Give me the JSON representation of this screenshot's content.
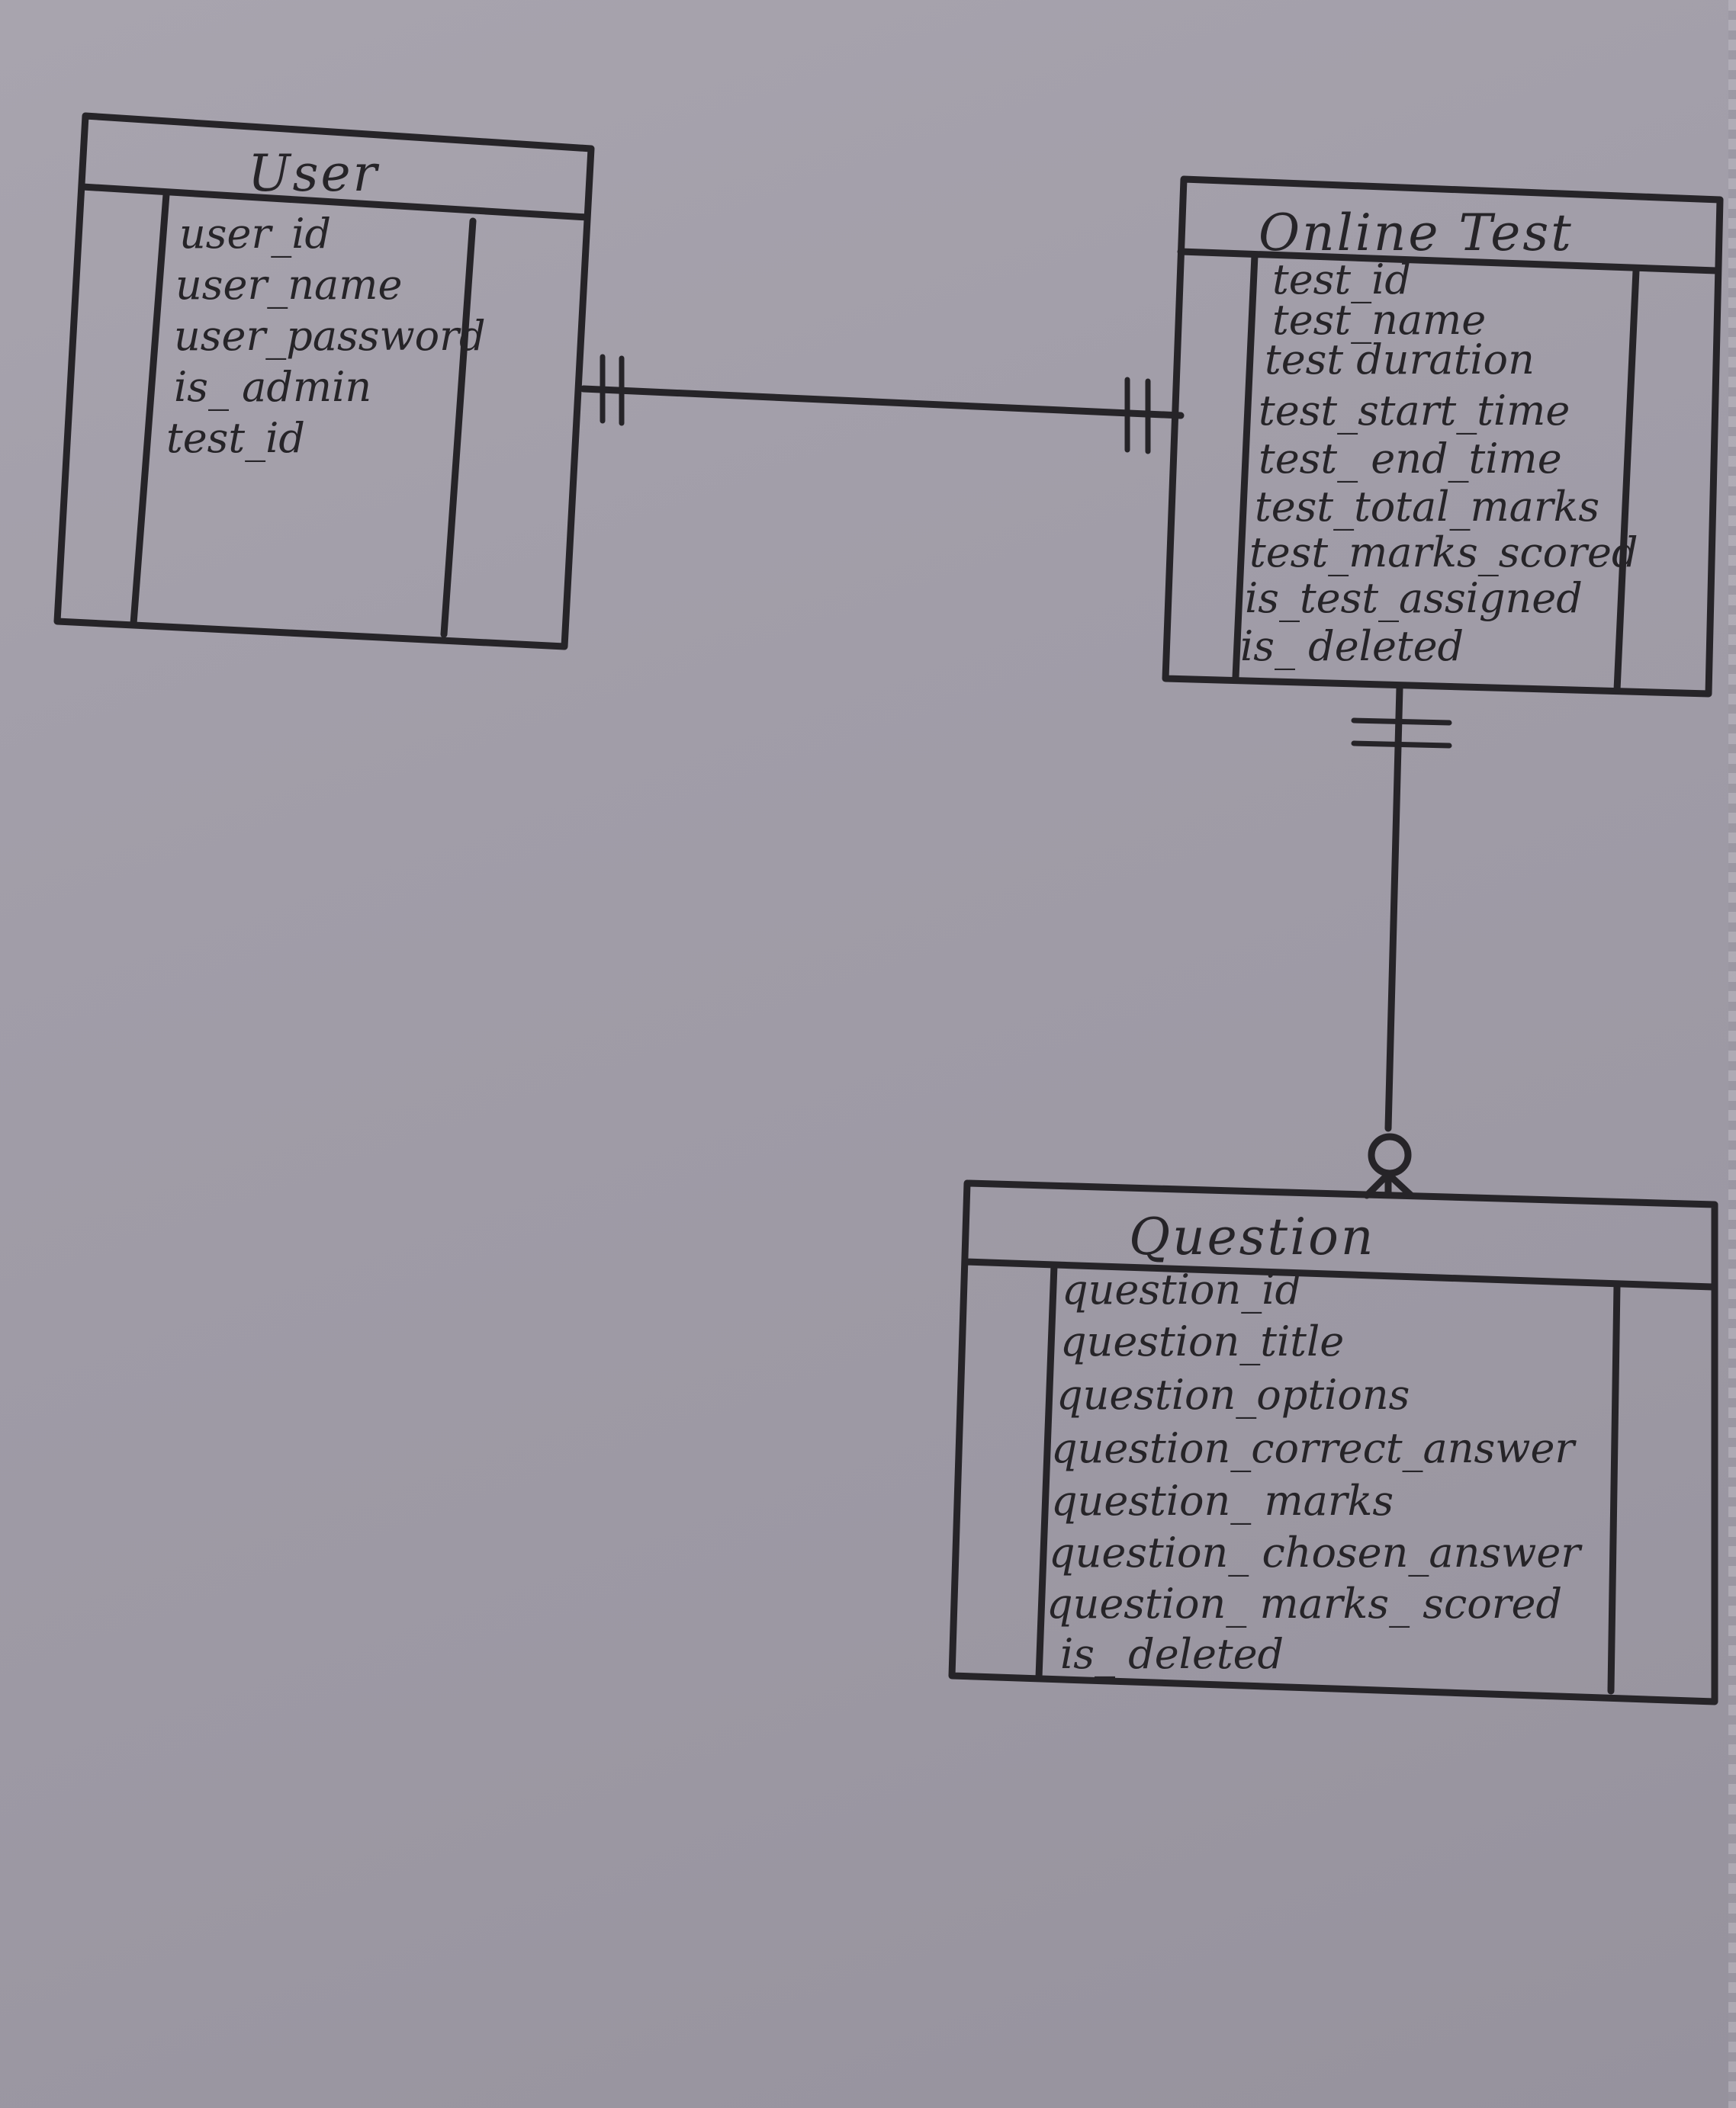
{
  "entities": {
    "user": {
      "name": "User",
      "attributes": [
        "user_id",
        "user_name",
        "user_password",
        "is_ admin",
        "test_id"
      ]
    },
    "online_test": {
      "name": "Online Test",
      "attributes": [
        "test_id",
        "test_name",
        "test duration",
        "test_start_time",
        "test_ end_time",
        "test_total_marks",
        "test_marks_scored",
        "is_test_assigned",
        "is_ deleted"
      ]
    },
    "question": {
      "name": "Question",
      "attributes": [
        "question_id",
        "question_title",
        "question_options",
        "question_correct_answer",
        "question_ marks",
        "question_ chosen_answer",
        "question_ marks_ scored",
        "is_ deleted"
      ]
    }
  },
  "relationships": [
    {
      "from": "User",
      "to": "Online Test",
      "from_cardinality": "one-and-only-one",
      "to_cardinality": "one-and-only-one"
    },
    {
      "from": "Online Test",
      "to": "Question",
      "from_cardinality": "one-and-only-one",
      "to_cardinality": "zero-or-many"
    }
  ]
}
